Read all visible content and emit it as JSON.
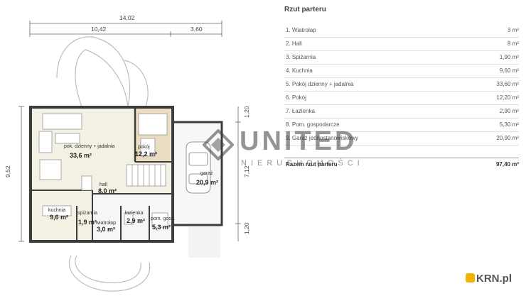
{
  "legend": {
    "title": "Rzut parteru",
    "rows": [
      {
        "name": "1. Wiatrołap",
        "value": "3 m²"
      },
      {
        "name": "2. Hall",
        "value": "8 m²"
      },
      {
        "name": "3. Spiżarnia",
        "value": "1,90 m²"
      },
      {
        "name": "4. Kuchnia",
        "value": "9,60 m²"
      },
      {
        "name": "5. Pokój dzienny + jadalnia",
        "value": "33,60 m²"
      },
      {
        "name": "6. Pokój",
        "value": "12,20 m²"
      },
      {
        "name": "7. Łazienka",
        "value": "2,90 m²"
      },
      {
        "name": "8. Pom. gospodarcze",
        "value": "5,30 m²"
      },
      {
        "name": "9. Garaż jednostanowiskowy",
        "value": "20,90 m²"
      }
    ],
    "total": {
      "name": "Razem rzut parteru",
      "value": "97,40 m²"
    }
  },
  "dimensions": {
    "top_total": "14,02",
    "top_left": "10,42",
    "top_right": "3,60",
    "left_side": "9,52",
    "right_top": "1,20",
    "right_mid": "7,12",
    "right_bottom": "1,20"
  },
  "rooms": {
    "living": {
      "name": "pok. dzienny + jadalnia",
      "area": "33,6 m²"
    },
    "room": {
      "name": "pokój",
      "area": "12,2 m²"
    },
    "hall": {
      "name": "hall",
      "area": "8,0 m²"
    },
    "garage": {
      "name": "garaż",
      "area": "20,9 m²"
    },
    "kitchen": {
      "name": "kuchnia",
      "area": "9,6 m²"
    },
    "pantry": {
      "name": "spiżarnia",
      "area": "1,9 m²"
    },
    "vestibule": {
      "name": "wiatrołap",
      "area": "3,0 m²"
    },
    "bathroom": {
      "name": "łazienka",
      "area": "2,9 m²"
    },
    "utility": {
      "name": "pom. gosp.",
      "area": "5,3 m²"
    }
  },
  "watermark": {
    "brand": "UNITED",
    "sub": "NIERUCHOMOŚCI"
  },
  "badge": {
    "text": "KRN.pl"
  },
  "colors": {
    "wall": "#3c3c3c",
    "floor": "#f3f0e4",
    "room_highlight": "#e9dcc0",
    "badge": "#f0b400"
  }
}
